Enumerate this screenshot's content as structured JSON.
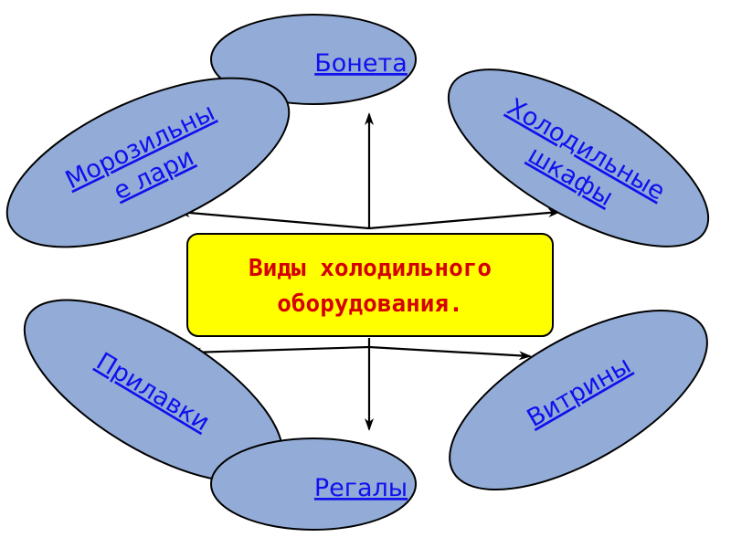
{
  "center": {
    "line1": "Виды холодильного",
    "line2": "оборудования."
  },
  "nodes": {
    "boneta": "Бонета",
    "morozilnye_line1": "Морозильны",
    "morozilnye_line2": "е лари",
    "holodilnye_line1": "Холодильные",
    "holodilnye_line2": "шкафы",
    "prilavki": "Прилавки",
    "vitriny": "Витрины",
    "regaly": "Регалы"
  },
  "colors": {
    "ellipse_fill": "#93acd7",
    "ellipse_stroke": "#000000",
    "center_fill": "#ffff00",
    "label_text": "#1010ee",
    "center_text": "#d50000",
    "arrow": "#000000"
  }
}
